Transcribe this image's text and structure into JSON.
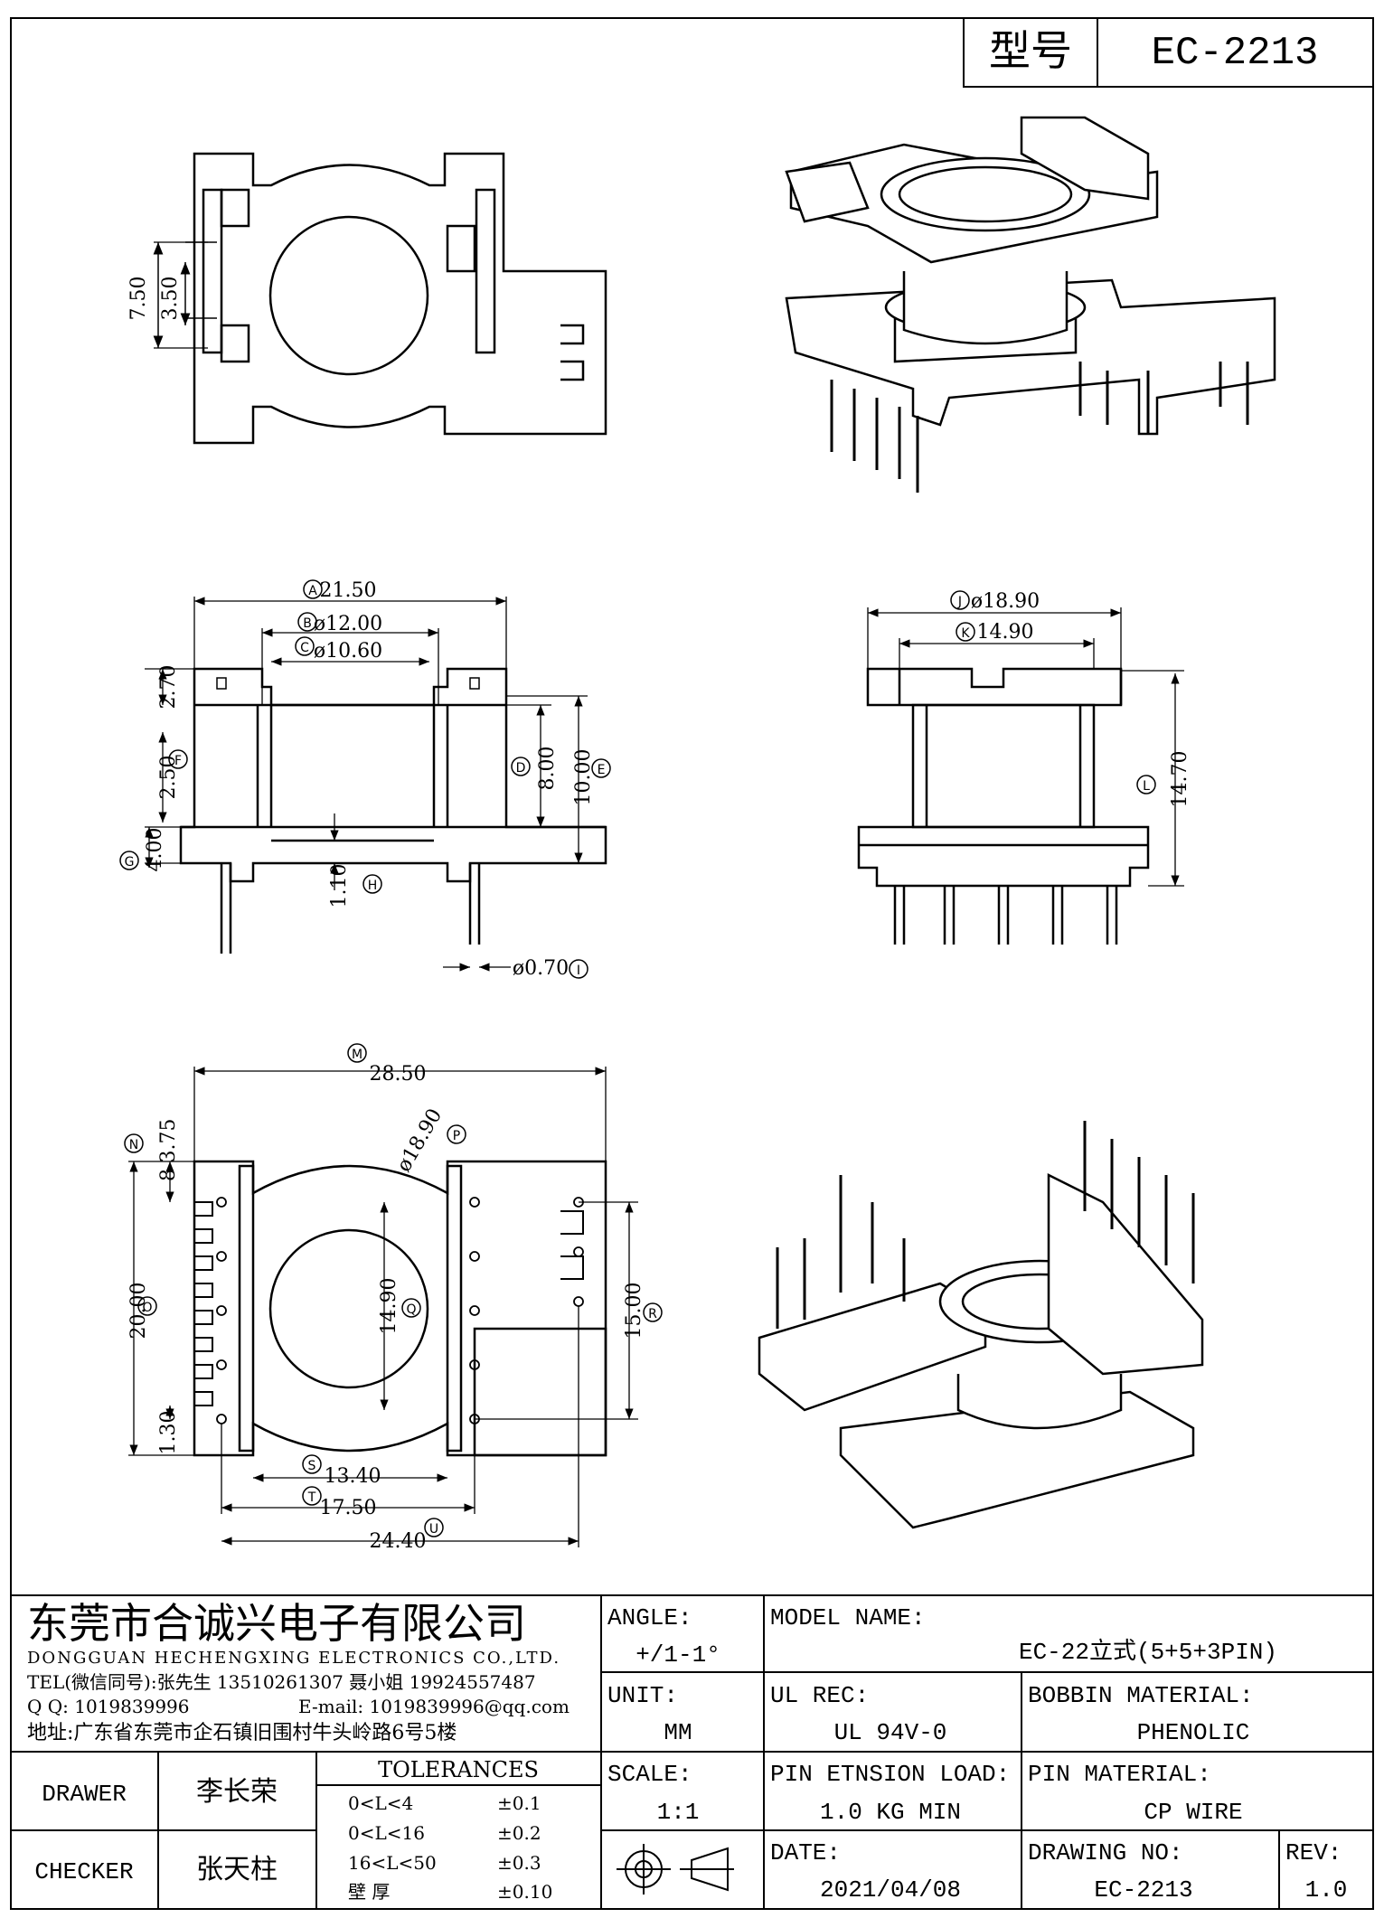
{
  "header": {
    "model_label": "型号",
    "model_value": "EC-2213"
  },
  "dimensions": {
    "top_view": {
      "d1": "7.50",
      "d2": "3.50"
    },
    "side_view": {
      "A": "A",
      "A_val": "21.50",
      "B": "B",
      "B_val": "ø12.00",
      "C": "C",
      "C_val": "ø10.60",
      "D": "D",
      "D_val": "8.00",
      "E": "E",
      "E_val": "10.00",
      "F": "F",
      "F_val": "2.50",
      "G": "G",
      "G_val": "4.00",
      "H": "H",
      "H_val": "1.10",
      "I": "I",
      "I_val": "ø0.70",
      "top_val": "2.70"
    },
    "front_view": {
      "J": "J",
      "J_val": "ø18.90",
      "K": "K",
      "K_val": "14.90",
      "L": "L",
      "L_val": "14.70"
    },
    "bottom_view": {
      "M": "M",
      "M_val": "28.50",
      "N": "N",
      "N_val": "3.75",
      "N2_val": "8",
      "O": "O",
      "O_val": "20.00",
      "P": "P",
      "P_val": "ø18.90",
      "Q": "Q",
      "Q_val": "14.90",
      "R": "R",
      "R_val": "15.00",
      "S": "S",
      "S_val": "13.40",
      "T": "T",
      "T_val": "17.50",
      "U": "U",
      "U_val": "24.40",
      "V_val": "1.30"
    }
  },
  "title_block": {
    "company_cn": "东莞市合诚兴电子有限公司",
    "company_en": "DONGGUAN HECHENGXING ELECTRONICS CO.,LTD.",
    "tel": "TEL(微信同号):张先生 13510261307 聂小姐 19924557487",
    "qq": "Q Q: 1019839996",
    "email": "E-mail: 1019839996@qq.com",
    "address": "地址:广东省东莞市企石镇旧围村牛头岭路6号5楼",
    "angle_label": "ANGLE:",
    "angle_value": "+/1-1°",
    "unit_label": "UNIT:",
    "unit_value": "MM",
    "scale_label": "SCALE:",
    "scale_value": "1:1",
    "model_name_label": "MODEL NAME:",
    "model_name_value": "EC-22立式(5+5+3PIN)",
    "ul_label": "UL REC:",
    "ul_value": "UL 94V-0",
    "bobbin_label": "BOBBIN MATERIAL:",
    "bobbin_value": "PHENOLIC",
    "pin_load_label": "PIN ETNSION LOAD:",
    "pin_load_value": "1.0 KG MIN",
    "pin_mat_label": "PIN MATERIAL:",
    "pin_mat_value": "CP WIRE",
    "date_label": "DATE:",
    "date_value": "2021/04/08",
    "drawing_no_label": "DRAWING NO:",
    "drawing_no_value": "EC-2213",
    "rev_label": "REV:",
    "rev_value": "1.0",
    "drawer_label": "DRAWER",
    "drawer_value": "李长荣",
    "checker_label": "CHECKER",
    "checker_value": "张天柱",
    "tolerances_label": "TOLERANCES",
    "tolerances": [
      {
        "range": "0<L<4",
        "tol": "±0.1"
      },
      {
        "range": "0<L<16",
        "tol": "±0.2"
      },
      {
        "range": "16<L<50",
        "tol": "±0.3"
      },
      {
        "range": "壁    厚",
        "tol": "±0.10"
      }
    ]
  }
}
